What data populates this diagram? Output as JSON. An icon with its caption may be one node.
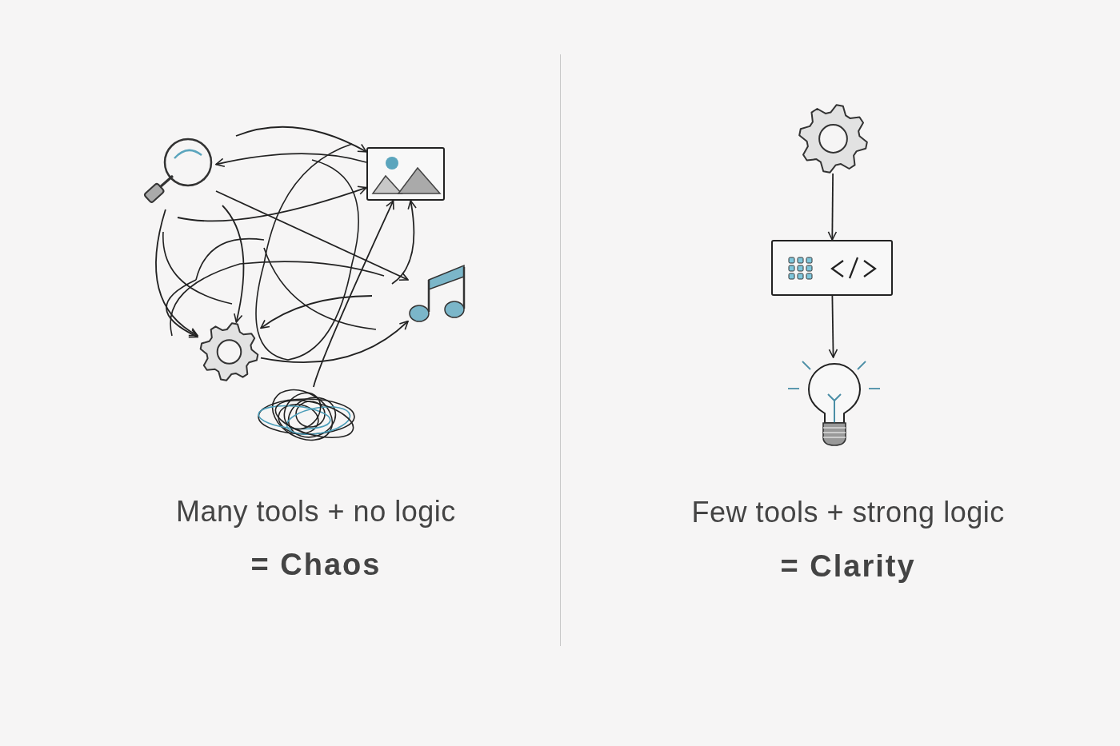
{
  "diagram": {
    "nodes": [
      {
        "text": [],
        "shape": "magnifier"
      },
      {
        "text": [],
        "shape": "picture"
      },
      {
        "text": [],
        "shape": "note"
      },
      {
        "text": [],
        "shape": "gear"
      },
      {
        "text": [],
        "shape": "scribble"
      },
      {
        "text": [],
        "shape": "gear"
      },
      {
        "text": [],
        "shape": "box"
      },
      {
        "text": [],
        "shape": "bulb"
      }
    ],
    "edges": [
      {
        "from": null,
        "to": 1,
        "arrow": "to"
      },
      {
        "from": 1,
        "to": 0,
        "arrow": "to"
      },
      {
        "from": null,
        "to": 1,
        "arrow": "to"
      },
      {
        "from": 4,
        "to": 1,
        "arrow": "to"
      },
      {
        "from": null,
        "to": 1,
        "arrow": "to"
      },
      {
        "from": 0,
        "to": 2,
        "arrow": "to"
      },
      {
        "from": 3,
        "to": 2,
        "arrow": "to"
      },
      {
        "from": null,
        "to": 3,
        "arrow": "to"
      },
      {
        "from": null,
        "to": 3,
        "arrow": "to"
      },
      {
        "from": 0,
        "to": 3,
        "arrow": "to"
      },
      {
        "from": null,
        "to": 3,
        "arrow": "to"
      },
      {
        "from": 5,
        "to": 6,
        "arrow": "to"
      },
      {
        "from": 6,
        "to": 7,
        "arrow": "to"
      }
    ],
    "labels": [
      "Many tools + no logic",
      "= Chaos",
      "Few tools + strong logic",
      "= Clarity"
    ]
  }
}
